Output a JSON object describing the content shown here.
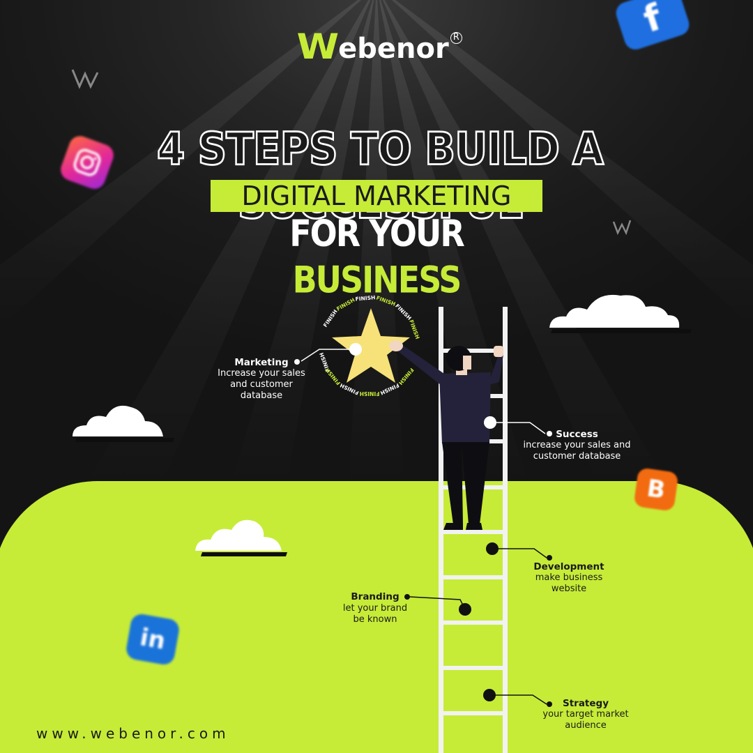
{
  "brand": {
    "logo_mark": "W",
    "logo_rest": "ebenor",
    "registered": "R",
    "url": "www.webenor.com"
  },
  "headline": {
    "line1": "4 STEPS TO BUILD A SUCCESSFUL",
    "line2": "DIGITAL MARKETING",
    "line3_white": "FOR YOUR",
    "line3_green": "BUSINESS"
  },
  "finish_ring_text": "FINISH",
  "steps": [
    {
      "title": "Marketing",
      "desc1": "Increase your sales",
      "desc2": "and customer",
      "desc3": "database"
    },
    {
      "title": "Success",
      "desc1": "increase your sales and",
      "desc2": "customer database",
      "desc3": ""
    },
    {
      "title": "Development",
      "desc1": "make business",
      "desc2": "website",
      "desc3": ""
    },
    {
      "title": "Branding",
      "desc1": "let your brand",
      "desc2": "be known",
      "desc3": ""
    },
    {
      "title": "Strategy",
      "desc1": "your target market",
      "desc2": "audience",
      "desc3": ""
    }
  ],
  "social_icons": {
    "facebook": "f",
    "instagram": "instagram-icon",
    "blogger": "B",
    "linkedin": "in"
  },
  "colors": {
    "accent": "#c6ec38",
    "background": "#1a1a1a",
    "white": "#ffffff",
    "star": "#f7e27a",
    "suit": "#24223a"
  }
}
